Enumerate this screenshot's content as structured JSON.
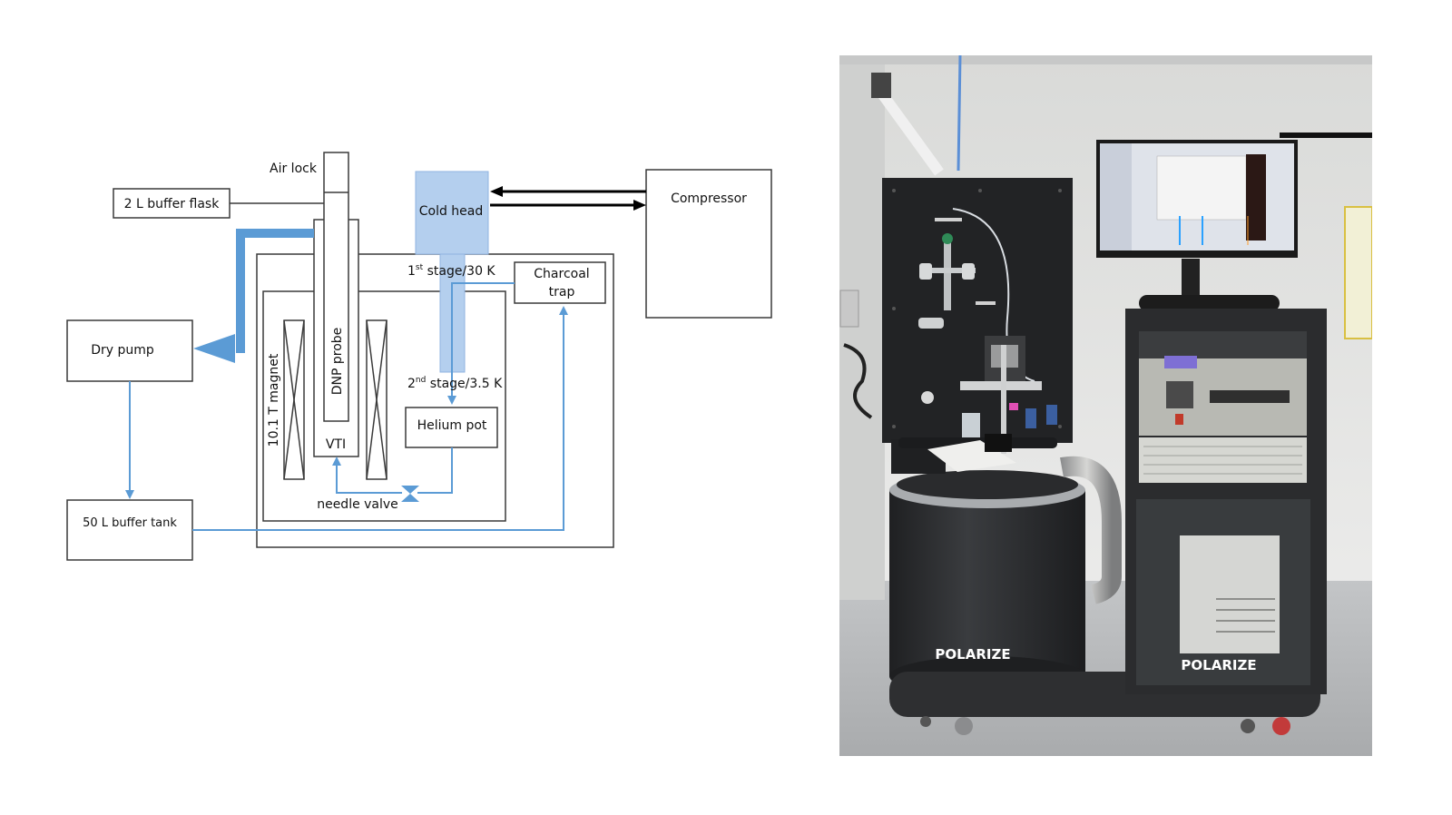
{
  "schematic": {
    "labels": {
      "air_lock": "Air lock",
      "buffer_flask": "2 L buffer flask",
      "cold_head": "Cold head",
      "compressor": "Compressor",
      "charcoal_trap_line1": "Charcoal",
      "charcoal_trap_line2": "trap",
      "dry_pump": "Dry pump",
      "magnet": "10.1 T magnet",
      "dnp_probe": "DNP probe",
      "vti": "VTI",
      "stage1_prefix": "1",
      "stage1_sup": "st",
      "stage1_suffix": " stage/30 K",
      "stage2_prefix": "2",
      "stage2_sup": "nd",
      "stage2_suffix": " stage/3.5 K",
      "helium_pot": "Helium pot",
      "needle_valve": "needle valve",
      "buffer_tank": "50 L buffer tank"
    },
    "colors": {
      "outline": "#3a3a3a",
      "helium_line": "#5b9bd5",
      "cold_head_fill": "#b4cfee",
      "arrow": "#000000"
    }
  },
  "photo": {
    "brand_text": "POLARIZE",
    "colors": {
      "wall": "#e4e4e2",
      "floor": "#b9bbbd",
      "cabinet": "#2b2c2e",
      "magnet_body": "#2f3133",
      "screen": "#1a1a1a"
    }
  }
}
